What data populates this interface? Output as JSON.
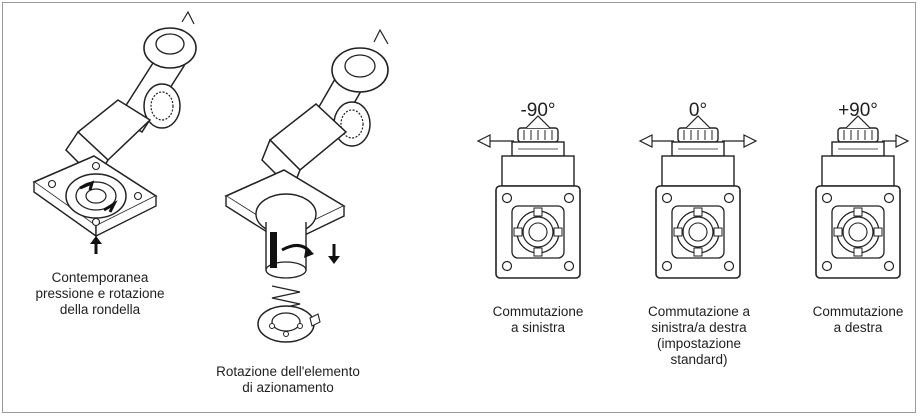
{
  "captions": {
    "step1": "Contemporanea\npressione e rotazione\ndella rondella",
    "step2": "Rotazione dell'elemento\ndi azionamento",
    "left": "Commutazione\na sinistra",
    "both": "Commutazione a\nsinistra/a destra\n(impostazione\nstandard)",
    "right": "Commutazione\na destra"
  },
  "angles": {
    "left": "-90°",
    "center": "0°",
    "right": "+90°"
  }
}
